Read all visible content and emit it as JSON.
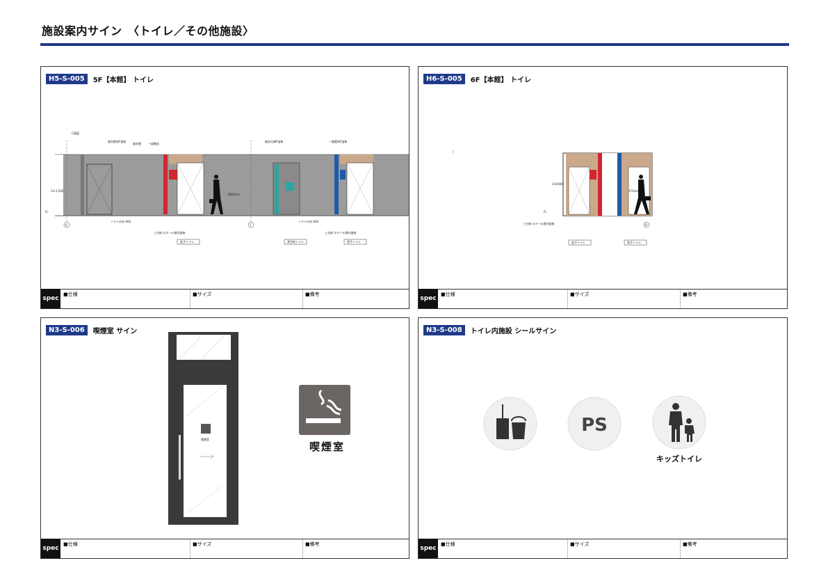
{
  "page": {
    "title": "施設案内サイン　〈トイレ／その他施設〉"
  },
  "spec_labels": {
    "tag": "spec",
    "spec": "■仕様",
    "size": "■サイズ",
    "note": "■備考"
  },
  "panels": [
    {
      "code": "H5-S-005",
      "title": "5F【本館】 トイレ",
      "labels": {
        "corner": "C面図",
        "ann1": "既存壁材F塗装",
        "ann2": "既存壁",
        "ann3": "一部撤去",
        "ann4": "既存仕様F塗装",
        "ann5": "一般壁材F塗装",
        "grid1": "6",
        "grid2": "7",
        "ann_soft1": "ソフト巾木 H60",
        "ann_soft2": "ソフト巾木 H60",
        "ann_steel1": "三方枠:スチール焼付塗装",
        "ann_steel2": "三方枠:スチール焼付塗装",
        "tag1": "女子トイレ",
        "tag2": "多目的トイレ",
        "tag3": "男子トイレ",
        "height": "CH 2,500",
        "fl": "FL",
        "dim": "1800mm"
      }
    },
    {
      "code": "H6-S-005",
      "title": "6F【本館】 トイレ",
      "labels": {
        "height": "CH2400",
        "grid": "D",
        "ann_steel": "三方枠:スチール焼付塗装",
        "tag1": "女子トイレ",
        "tag2": "男子トイレ",
        "fl": "FL",
        "dim": "175mm"
      }
    },
    {
      "code": "N3-S-006",
      "title": "喫煙室 サイン",
      "door_sign": "喫煙室",
      "sign_label": "喫煙室"
    },
    {
      "code": "N3-S-008",
      "title": "トイレ内施設 シールサイン",
      "icons": [
        "broom-bucket-icon",
        "ps-icon",
        "kids-toilet-icon"
      ],
      "ps_text": "PS",
      "kids_label": "キッズトイレ"
    }
  ],
  "colors": {
    "accent": "#1f3a8a",
    "wall": "#9b9b9b",
    "wood": "#c9a98a",
    "female": "#d22630",
    "male": "#1e5aa8",
    "accessible": "#2aa5a0",
    "smoke_bg": "#6b6563"
  }
}
